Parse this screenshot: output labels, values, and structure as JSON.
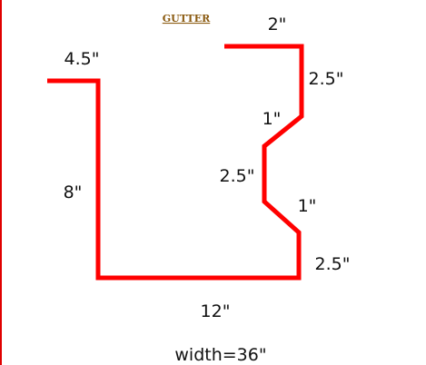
{
  "diagram": {
    "title": "GUTTER",
    "dimensions": {
      "left_flange": "4.5\"",
      "left_side": "8\"",
      "bottom": "12\"",
      "right_lower": "2.5\"",
      "right_lower_bend": "1\"",
      "right_middle": "2.5\"",
      "right_upper_bend": "1\"",
      "right_upper": "2.5\"",
      "right_flange": "2\""
    },
    "width_label": "width=36\""
  },
  "colors": {
    "outline": "#ff0000",
    "border": "#e00000",
    "title": "#8a5a10"
  }
}
